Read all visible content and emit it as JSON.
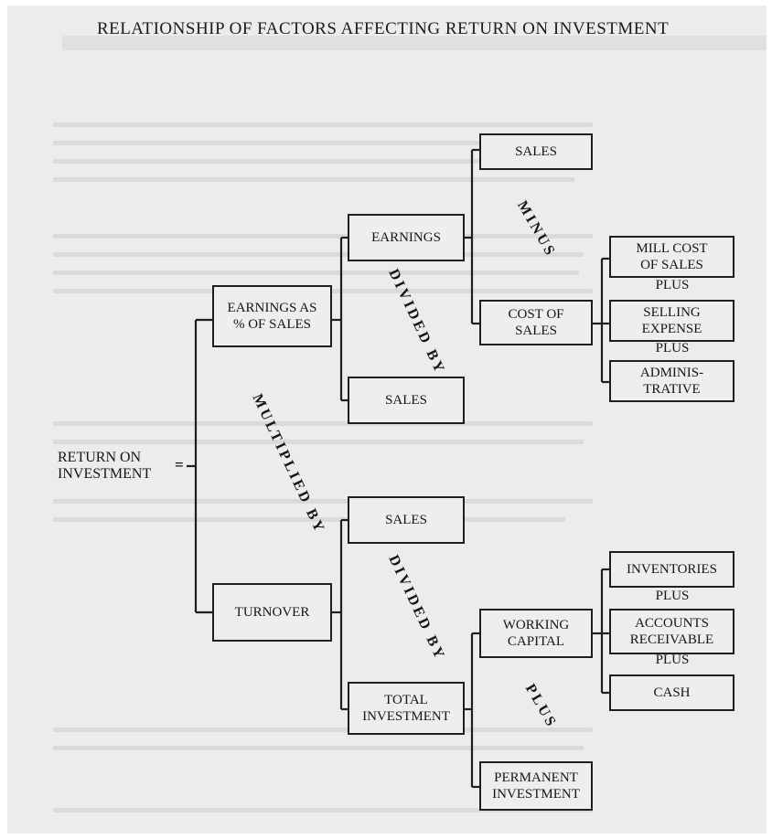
{
  "diagram": {
    "title": "RELATIONSHIP OF FACTORS AFFECTING RETURN ON INVESTMENT",
    "root": {
      "label": "RETURN ON\nINVESTMENT",
      "operator": "="
    },
    "boxes": {
      "earnings_pct": "EARNINGS AS\n% OF SALES",
      "turnover": "TURNOVER",
      "earnings": "EARNINGS",
      "sales_divisor": "SALES",
      "sales_turnover": "SALES",
      "total_investment": "TOTAL\nINVESTMENT",
      "sales_top": "SALES",
      "cost_of_sales": "COST OF\nSALES",
      "mill_cost": "MILL COST\nOF SALES",
      "selling_expense": "SELLING\nEXPENSE",
      "administrative": "ADMINIS-\nTRATIVE",
      "working_capital": "WORKING\nCAPITAL",
      "permanent_investment": "PERMANENT\nINVESTMENT",
      "inventories": "INVENTORIES",
      "accounts_receivable": "ACCOUNTS\nRECEIVABLE",
      "cash": "CASH"
    },
    "operators": {
      "multiplied_by": "MULTIPLIED BY",
      "divided_by_top": "DIVIDED BY",
      "divided_by_bottom": "DIVIDED BY",
      "minus": "MINUS",
      "plus_investment": "PLUS",
      "plus_1": "PLUS",
      "plus_2": "PLUS",
      "plus_3": "PLUS",
      "plus_4": "PLUS"
    }
  }
}
